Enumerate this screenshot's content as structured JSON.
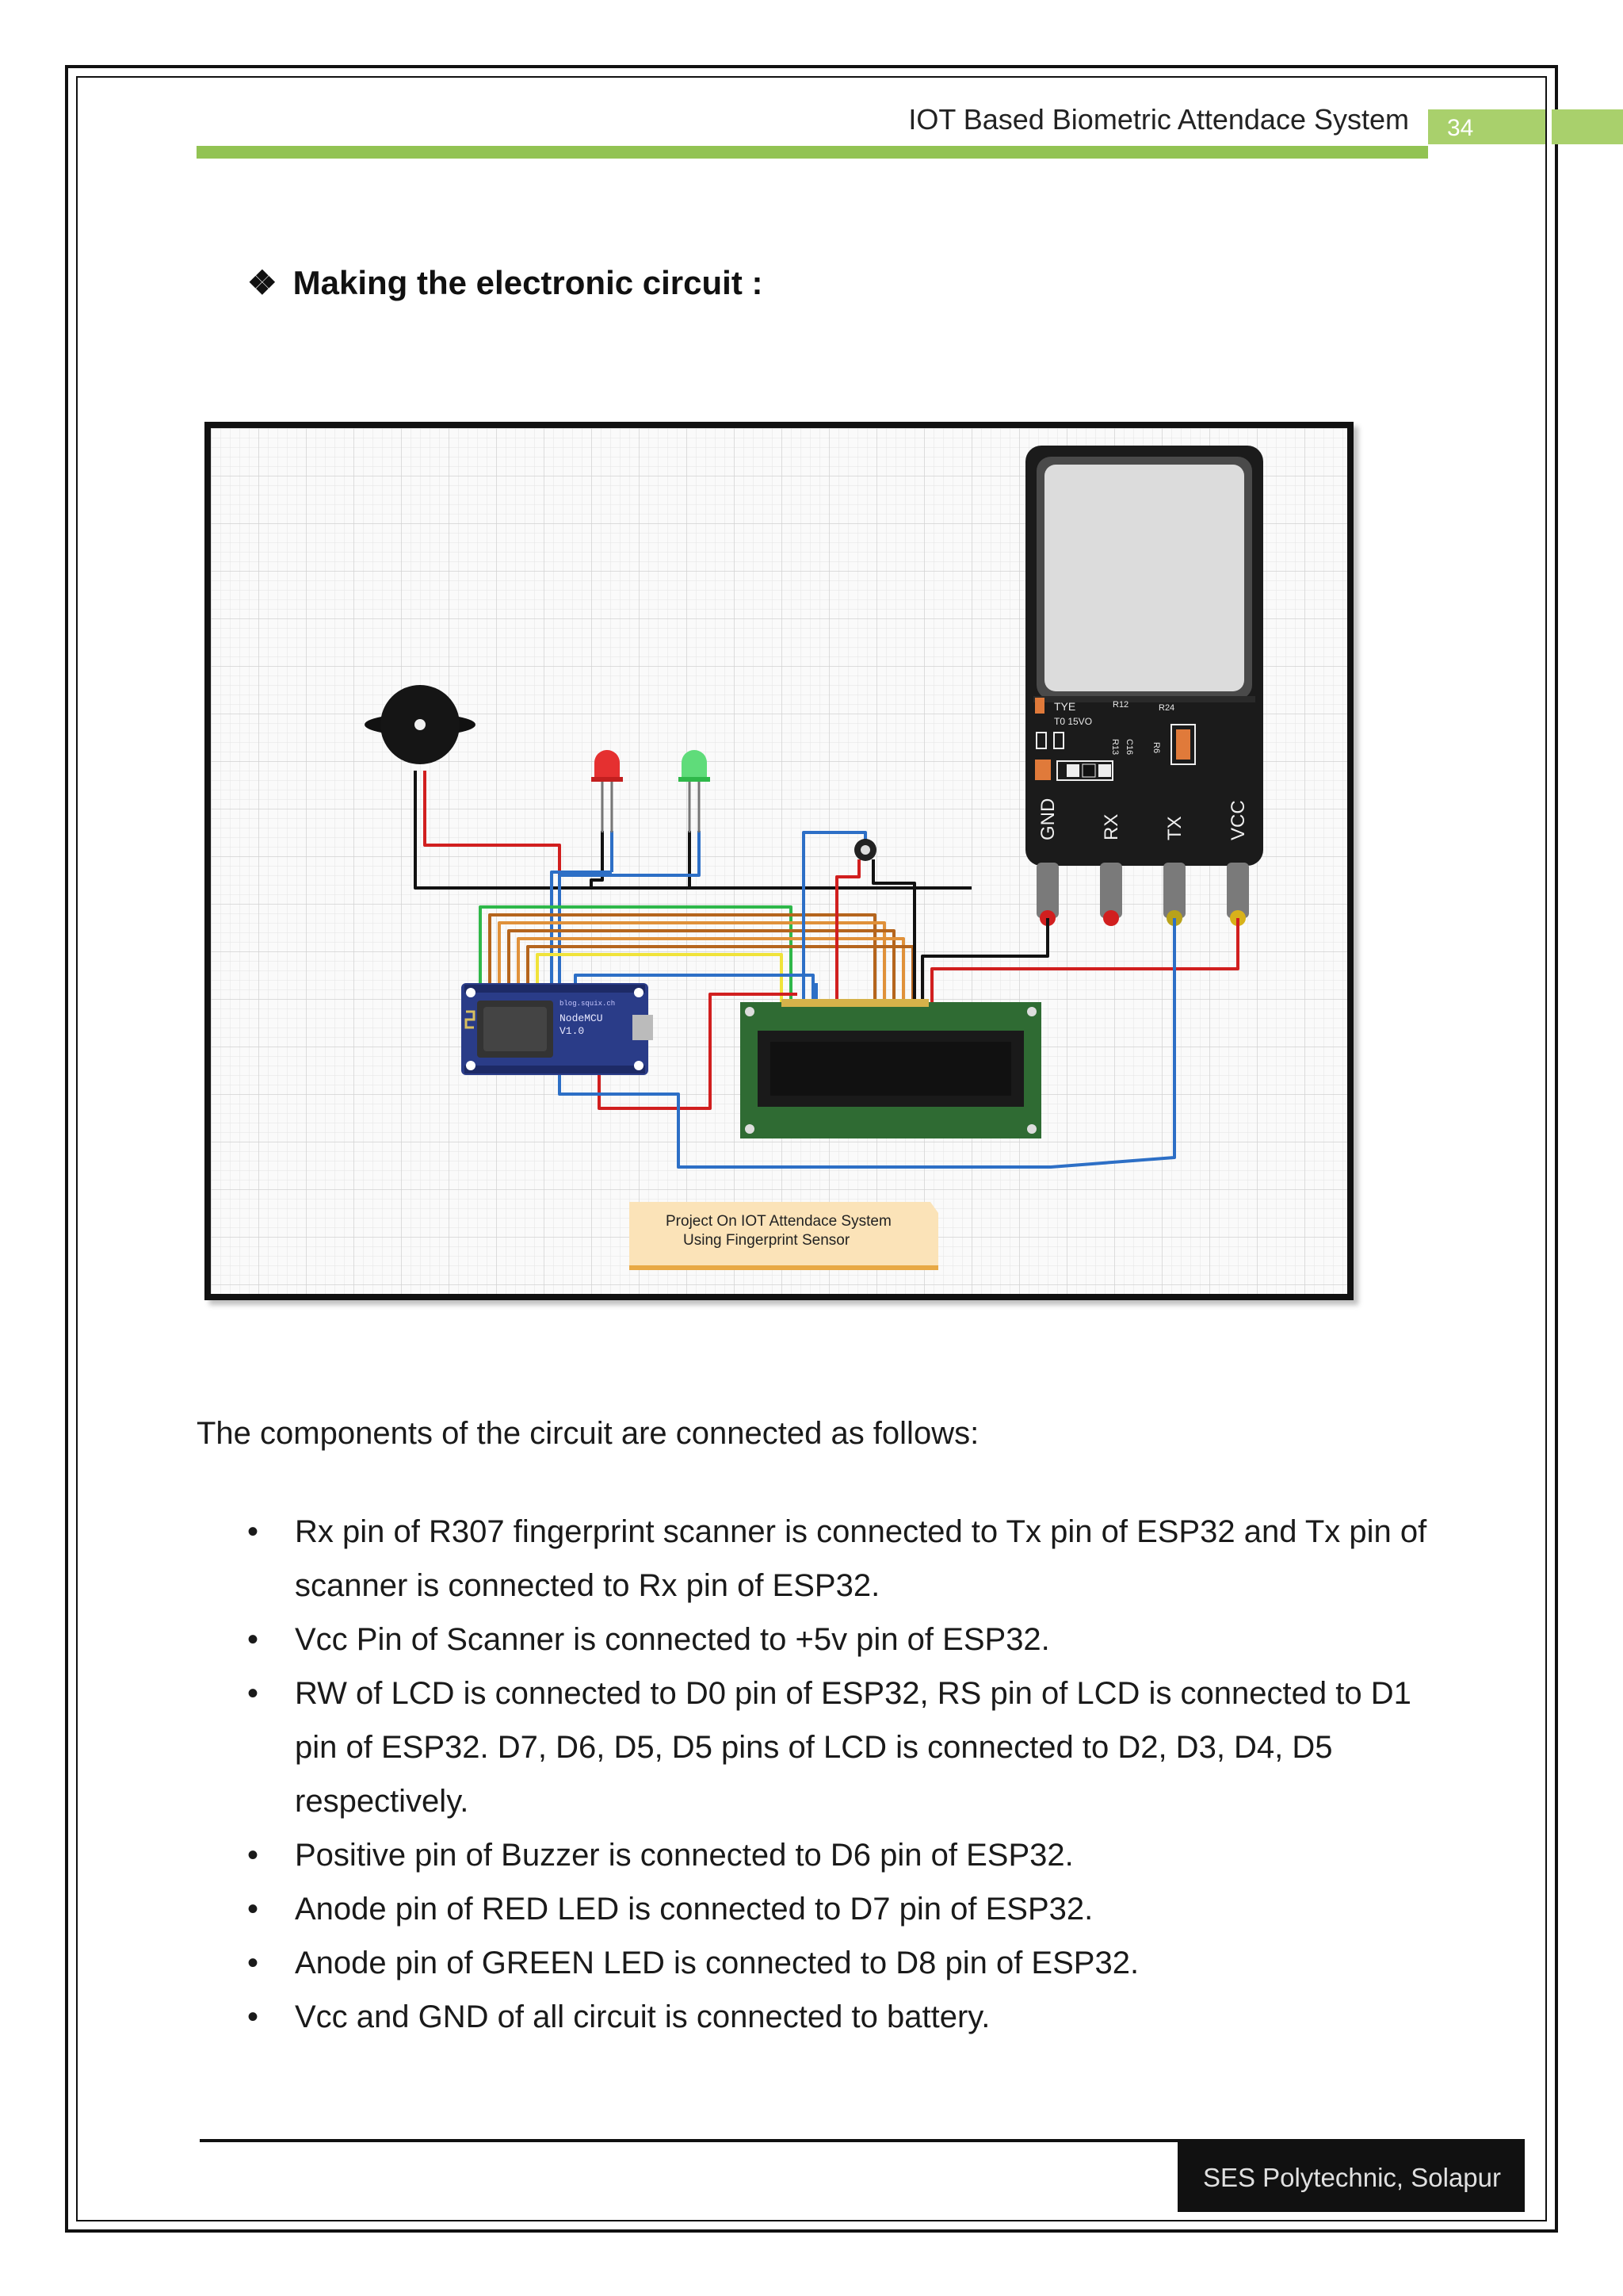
{
  "header": {
    "title": "IOT Based Biometric Attendace System",
    "page_number": "34"
  },
  "section": {
    "bullet": "❖",
    "heading": "Making the electronic circuit :"
  },
  "figure": {
    "sensor_labels": {
      "brand": "TYE",
      "model": "T0 15VO",
      "r12": "R12",
      "r24": "R24",
      "c16": "C16",
      "r13": "R13",
      "r6": "R6"
    },
    "sensor_pins": [
      "GND",
      "RX",
      "TX",
      "VCC"
    ],
    "board_label_1": "NodeMCU",
    "board_label_2": "V1.0",
    "board_url": "blog.squix.ch",
    "note_line1": "Project On IOT Attendace System",
    "note_line2": "Using Fingerprint Sensor",
    "wire_colors": {
      "red": "#d11f1f",
      "blue": "#2d6fc6",
      "black": "#111111",
      "green": "#2fb84a",
      "yellow": "#f0e33a",
      "brown": "#b5651d",
      "orange": "#e0913a"
    }
  },
  "body": {
    "intro": "The components of the circuit are connected as follows:",
    "items": [
      "Rx pin of R307 fingerprint scanner is connected to Tx pin of ESP32 and Tx pin of scanner is connected to Rx pin of ESP32.",
      "Vcc Pin of Scanner is connected to +5v pin of ESP32.",
      "RW of LCD is connected to D0 pin of ESP32, RS pin of LCD is connected to D1 pin of ESP32. D7, D6, D5, D5 pins of LCD is connected to D2, D3, D4, D5 respectively.",
      "Positive pin of Buzzer is connected to D6 pin of ESP32.",
      "Anode pin of RED LED is connected to D7 pin of ESP32.",
      "Anode pin of GREEN LED is connected to D8 pin of ESP32.",
      "Vcc and GND of all circuit is connected to battery."
    ]
  },
  "footer": {
    "institution": "SES Polytechnic, Solapur"
  }
}
